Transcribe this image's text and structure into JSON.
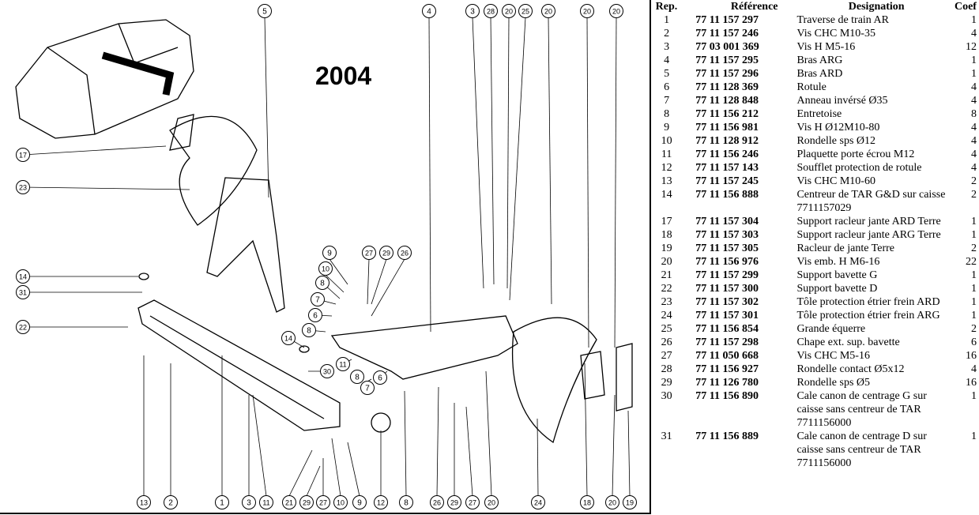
{
  "diagram": {
    "year": "2004",
    "callouts": [
      "5",
      "4",
      "3",
      "28",
      "20",
      "25",
      "20",
      "20",
      "20",
      "17",
      "23",
      "14",
      "31",
      "22",
      "9",
      "10",
      "8",
      "7",
      "6",
      "8",
      "14",
      "30",
      "11",
      "8",
      "7",
      "6",
      "27",
      "29",
      "26",
      "13",
      "2",
      "1",
      "3",
      "11",
      "21",
      "29",
      "27",
      "10",
      "9",
      "12",
      "8",
      "26",
      "29",
      "27",
      "20",
      "24",
      "18",
      "20",
      "19"
    ]
  },
  "table": {
    "headers": {
      "rep": "Rep.",
      "ref": "Référence",
      "des": "Designation",
      "coef": "Coef"
    },
    "rows": [
      {
        "rep": "1",
        "ref": "77 11 157 297",
        "des": "Traverse de train AR",
        "coef": "1"
      },
      {
        "rep": "2",
        "ref": "77 11 157 246",
        "des": "Vis CHC M10-35",
        "coef": "4"
      },
      {
        "rep": "3",
        "ref": "77 03 001 369",
        "des": "Vis H M5-16",
        "coef": "12"
      },
      {
        "rep": "4",
        "ref": "77 11 157 295",
        "des": "Bras ARG",
        "coef": "1"
      },
      {
        "rep": "5",
        "ref": "77 11 157 296",
        "des": "Bras ARD",
        "coef": "1"
      },
      {
        "rep": "6",
        "ref": "77 11 128 369",
        "des": "Rotule",
        "coef": "4"
      },
      {
        "rep": "7",
        "ref": "77 11 128 848",
        "des": "Anneau invérsé Ø35",
        "coef": "4"
      },
      {
        "rep": "8",
        "ref": "77 11 156 212",
        "des": "Entretoise",
        "coef": "8"
      },
      {
        "rep": "9",
        "ref": "77 11 156 981",
        "des": "Vis H Ø12M10-80",
        "coef": "4"
      },
      {
        "rep": "10",
        "ref": "77 11 128 912",
        "des": "Rondelle sps Ø12",
        "coef": "4"
      },
      {
        "rep": "11",
        "ref": "77 11 156 246",
        "des": "Plaquette porte écrou M12",
        "coef": "4"
      },
      {
        "rep": "12",
        "ref": "77 11 157 143",
        "des": "Soufflet protection de rotule",
        "coef": "4"
      },
      {
        "rep": "13",
        "ref": "77 11 157 245",
        "des": "Vis CHC M10-60",
        "coef": "2"
      },
      {
        "rep": "14",
        "ref": "77 11 156 888",
        "des": "Centreur de TAR G&D sur caisse 7711157029",
        "coef": "2"
      },
      {
        "rep": "17",
        "ref": "77 11 157 304",
        "des": "Support racleur jante ARD Terre",
        "coef": "1"
      },
      {
        "rep": "18",
        "ref": "77 11 157 303",
        "des": "Support racleur jante ARG Terre",
        "coef": "1"
      },
      {
        "rep": "19",
        "ref": "77 11 157 305",
        "des": "Racleur de jante Terre",
        "coef": "2"
      },
      {
        "rep": "20",
        "ref": "77 11 156 976",
        "des": "Vis emb. H M6-16",
        "coef": "22"
      },
      {
        "rep": "21",
        "ref": "77 11 157 299",
        "des": "Support bavette G",
        "coef": "1"
      },
      {
        "rep": "22",
        "ref": "77 11 157 300",
        "des": "Support bavette D",
        "coef": "1"
      },
      {
        "rep": "23",
        "ref": "77 11 157 302",
        "des": "Tôle protection étrier frein ARD",
        "coef": "1"
      },
      {
        "rep": "24",
        "ref": "77 11 157 301",
        "des": "Tôle protection étrier frein ARG",
        "coef": "1"
      },
      {
        "rep": "25",
        "ref": "77 11 156 854",
        "des": "Grande équerre",
        "coef": "2"
      },
      {
        "rep": "26",
        "ref": "77 11 157 298",
        "des": "Chape ext. sup. bavette",
        "coef": "6"
      },
      {
        "rep": "27",
        "ref": "77 11 050 668",
        "des": "Vis CHC M5-16",
        "coef": "16"
      },
      {
        "rep": "28",
        "ref": "77 11 156 927",
        "des": "Rondelle contact Ø5x12",
        "coef": "4"
      },
      {
        "rep": "29",
        "ref": "77 11 126 780",
        "des": "Rondelle sps Ø5",
        "coef": "16"
      },
      {
        "rep": "30",
        "ref": "77 11 156 890",
        "des": "Cale canon de centrage G sur caisse sans centreur de TAR 7711156000",
        "coef": "1"
      },
      {
        "rep": "31",
        "ref": "77 11 156 889",
        "des": "Cale canon de centrage D sur caisse sans centreur de TAR 7711156000",
        "coef": "1"
      }
    ]
  }
}
